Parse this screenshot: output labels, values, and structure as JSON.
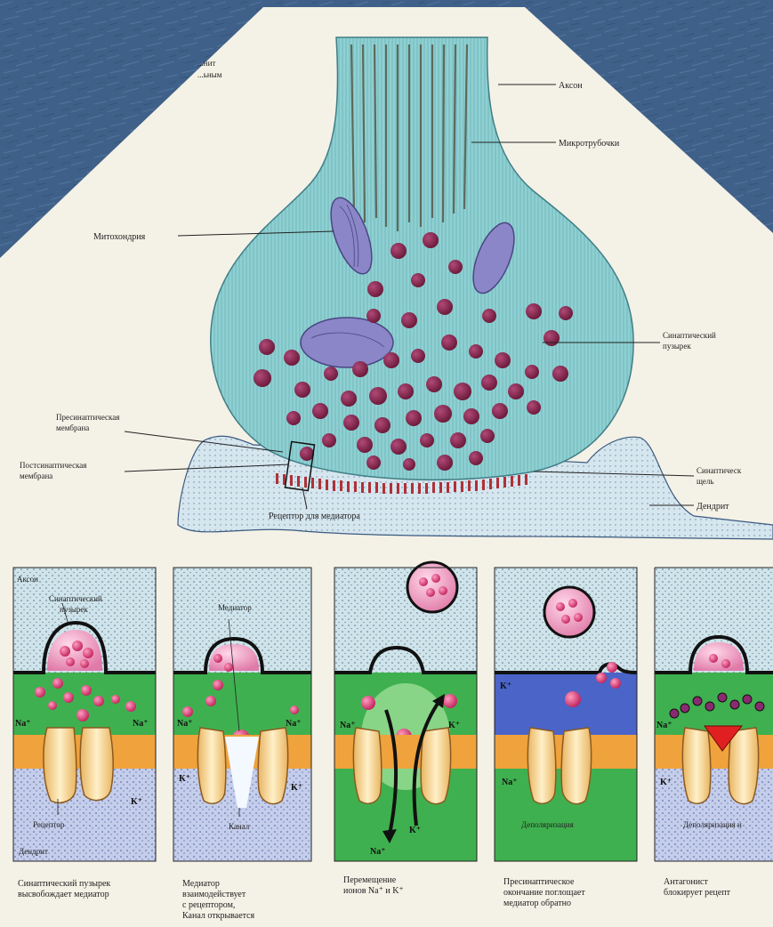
{
  "colors": {
    "background": "#3f6088",
    "paper": "#f4f1e6",
    "terminal": "#8fd0d2",
    "vesicle": "#7a1f45",
    "membrane_stripe": "#b03038",
    "synaptic_green": "#3fb04f",
    "membrane_orange": "#f0a23c",
    "receptor": "#f7d59a",
    "antagonist": "#e02020"
  },
  "diagram": {
    "top": {
      "labels": {
        "top_left_partial_1": "...нит",
        "top_left_partial_2": "...ьным",
        "axon": "Аксон",
        "microtubules": "Микротрубочки",
        "mitochondrion": "Митохондрия",
        "synaptic_vesicle_1": "Синаптический",
        "synaptic_vesicle_2": "пузырек",
        "presynaptic_membrane_1": "Пресинаптическая",
        "presynaptic_membrane_2": "мембрана",
        "postsynaptic_membrane_1": "Постсинаптическая",
        "postsynaptic_membrane_2": "мембрана",
        "synaptic_cleft_1": "Синаптическ",
        "synaptic_cleft_2": "щель",
        "dendrite": "Дендрит",
        "receptor_for_mediator": "Рецептор для медиатора"
      }
    },
    "panels": [
      {
        "labels": {
          "axon": "Аксон",
          "vesicle_1": "Синаптический",
          "vesicle_2": "пузырек",
          "ion_na_left": "Na⁺",
          "ion_na_right": "Na⁺",
          "ion_k": "K⁺",
          "receptor": "Рецептор",
          "dendrite": "Дендрит"
        },
        "caption": [
          "Синаптический пузырек",
          "высвобождает медиатор"
        ]
      },
      {
        "labels": {
          "mediator": "Медиатор",
          "ion_na_left": "Na⁺",
          "ion_na_right": "Na⁺",
          "ion_k_left": "K⁺",
          "ion_k_right": "K⁺",
          "channel": "Канал"
        },
        "caption": [
          "Медиатор",
          "взаимодействует",
          "с рецептором,",
          "Канал открывается"
        ]
      },
      {
        "labels": {
          "ion_na_top": "Na⁺",
          "ion_k_top": "K⁺",
          "ion_k_bottom": "K⁺",
          "ion_na_bottom": "Na⁺"
        },
        "caption": [
          "Перемещение",
          "ионов Na⁺ и K⁺"
        ]
      },
      {
        "labels": {
          "ion_k": "K⁺",
          "ion_na": "Na⁺",
          "depolarization": "Деполяризация"
        },
        "caption": [
          "Пресинаптическое",
          "окончание поглощает",
          "медиатор обратно"
        ]
      },
      {
        "labels": {
          "ion_na": "Na⁺",
          "ion_k": "K⁺",
          "depolarization": "Деполяризация н"
        },
        "caption": [
          "Антагонист",
          "блокирует рецепт"
        ]
      }
    ]
  }
}
